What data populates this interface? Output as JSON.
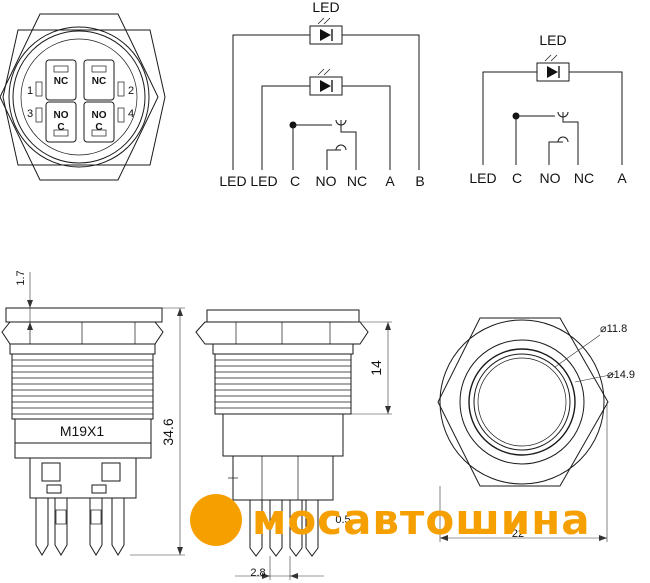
{
  "terminal_diagram": {
    "pins": [
      "NC",
      "NC",
      "NO",
      "NO",
      "C",
      "C"
    ],
    "pin_numbers": [
      "1",
      "2",
      "3",
      "4"
    ]
  },
  "schematic_two_led": {
    "led_label": "LED",
    "terminals": [
      "LED",
      "LED",
      "C",
      "NO",
      "NC",
      "A",
      "B"
    ]
  },
  "schematic_one_led": {
    "led_label": "LED",
    "terminals": [
      "LED",
      "C",
      "NO",
      "NC",
      "A"
    ]
  },
  "dimensions": {
    "flange_thickness": "1.7",
    "thread": "M19X1",
    "total_length": "34.6",
    "thread_length": "14",
    "pin_gap": "0.5",
    "pin_pitch": "2.8",
    "lens_diameter": "11.8",
    "ring_diameter": "14.9",
    "hex_width": "22"
  },
  "brand": {
    "name": "мосавтошина",
    "color": "#f5a000"
  }
}
